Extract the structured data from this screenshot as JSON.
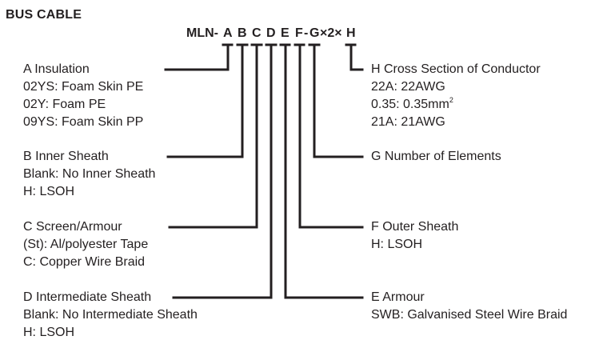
{
  "title": "BUS CABLE",
  "code": {
    "prefix": "MLN-",
    "A": "A",
    "B": "B",
    "C": "C",
    "D": "D",
    "E": "E",
    "F": "F",
    "sep_fg": "-",
    "G": "G",
    "mid": "×2×",
    "H": "H"
  },
  "left": {
    "A": {
      "heading": "A Insulation",
      "items": [
        "02YS: Foam Skin PE",
        "02Y: Foam PE",
        "09YS: Foam Skin PP"
      ]
    },
    "B": {
      "heading": "B Inner Sheath",
      "items": [
        "Blank: No Inner Sheath",
        "H: LSOH"
      ]
    },
    "C": {
      "heading": "C Screen/Armour",
      "items": [
        "(St): Al/polyester Tape",
        "C: Copper Wire Braid"
      ]
    },
    "D": {
      "heading": "D Intermediate Sheath",
      "items": [
        "Blank: No Intermediate Sheath",
        "H: LSOH"
      ]
    }
  },
  "right": {
    "H": {
      "heading": "H Cross Section of Conductor",
      "item1": "22A: 22AWG",
      "item2_base": "0.35: 0.35mm",
      "item2_sup": "2",
      "item3": "21A: 21AWG"
    },
    "G": {
      "heading": "G Number of Elements"
    },
    "F": {
      "heading": "F Outer Sheath",
      "items": [
        "H: LSOH"
      ]
    },
    "E": {
      "heading": "E Armour",
      "items": [
        "SWB: Galvanised Steel Wire Braid"
      ]
    }
  },
  "line_color": "#231f20"
}
